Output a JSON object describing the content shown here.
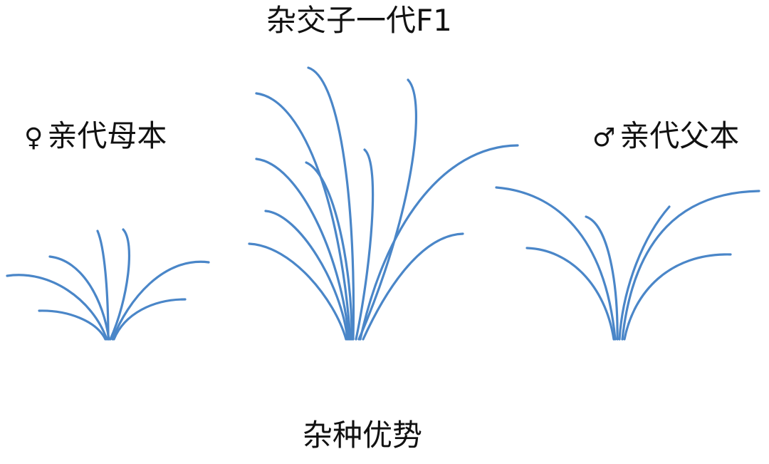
{
  "title": "杂交子一代F1",
  "parents": {
    "female": {
      "symbol": "♀",
      "label": "亲代母本"
    },
    "male": {
      "symbol": "♂",
      "label": "亲代父本"
    }
  },
  "caption": "杂种优势",
  "colors": {
    "stem": "#4a86c8",
    "text": "#111111",
    "background": "#ffffff"
  },
  "plants": [
    {
      "name": "female-parent",
      "leaves": 7,
      "size": "small"
    },
    {
      "name": "f1-hybrid",
      "leaves": 11,
      "size": "large"
    },
    {
      "name": "male-parent",
      "leaves": 6,
      "size": "medium"
    }
  ]
}
